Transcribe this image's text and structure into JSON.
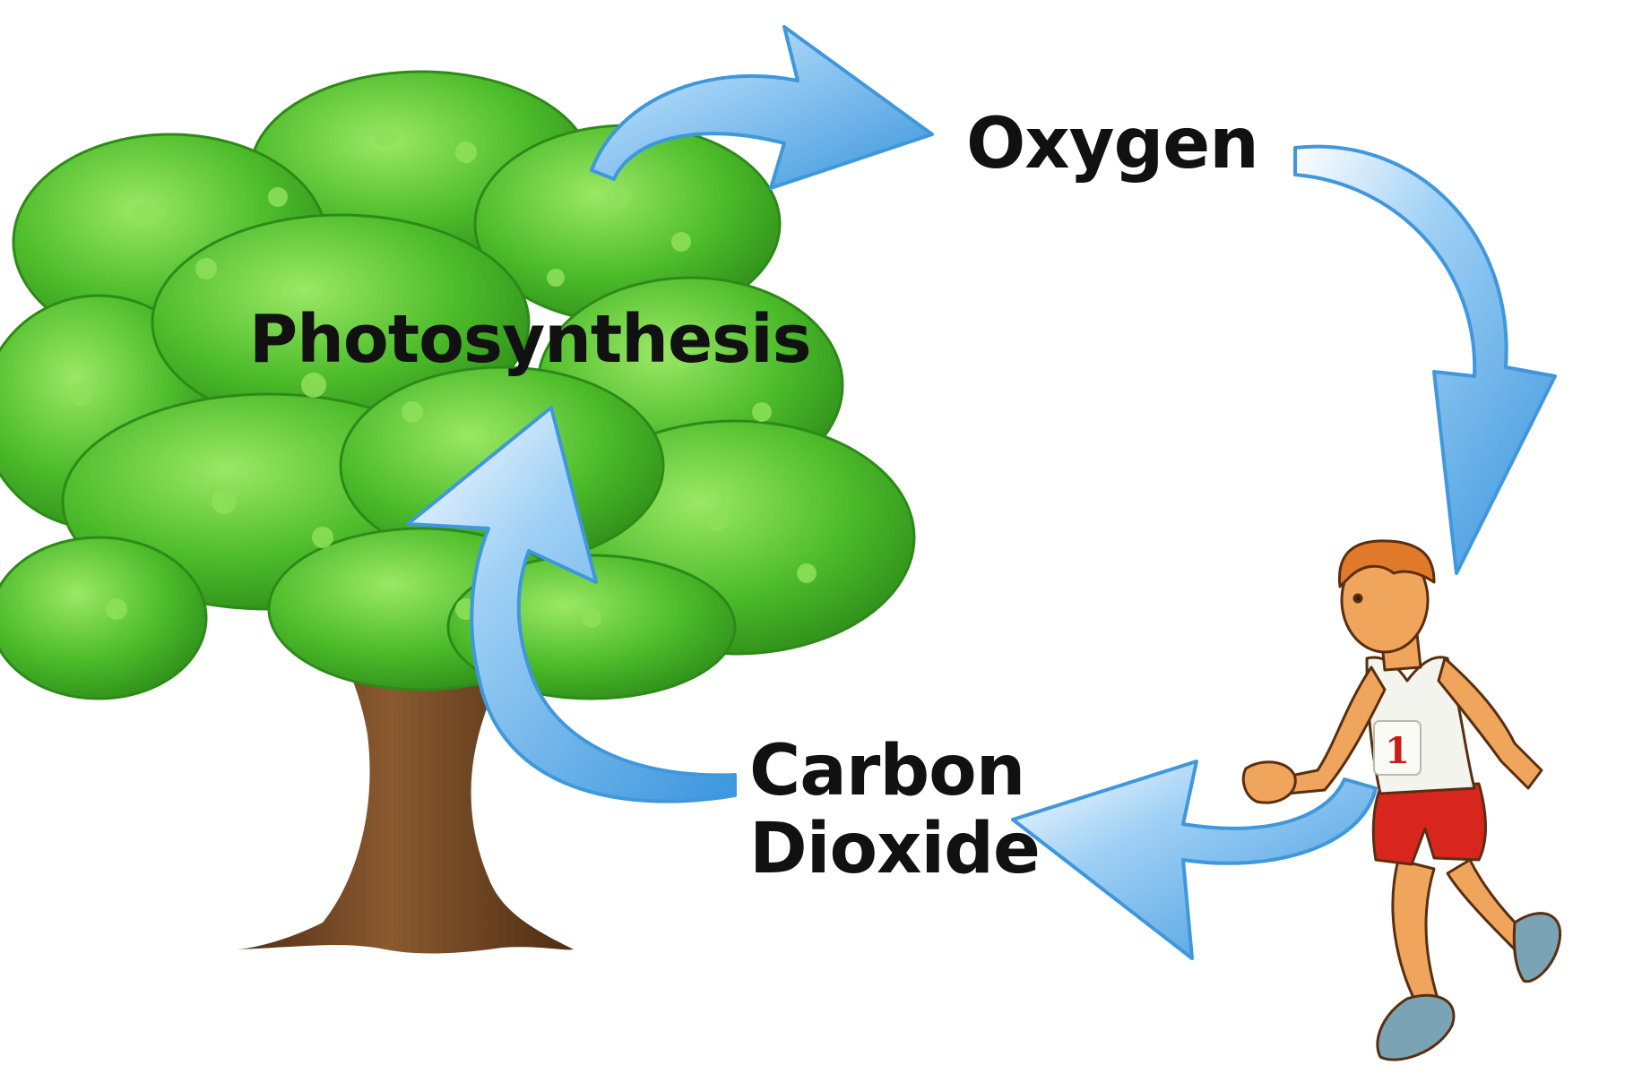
{
  "labels": {
    "photosynthesis": "Photosynthesis",
    "oxygen": "Oxygen",
    "carbon_dioxide_line1": "Carbon",
    "carbon_dioxide_line2": "Dioxide"
  },
  "runner": {
    "bib_number": "1"
  },
  "colors": {
    "arrow_fill": "#5aaeea",
    "arrow_light": "#c9e6fb",
    "leaf_green": "#45b323",
    "leaf_light": "#8fe05a",
    "trunk_brown": "#6e4321",
    "shorts_red": "#d8261f",
    "skin": "#f0a55c",
    "text": "#111111"
  }
}
